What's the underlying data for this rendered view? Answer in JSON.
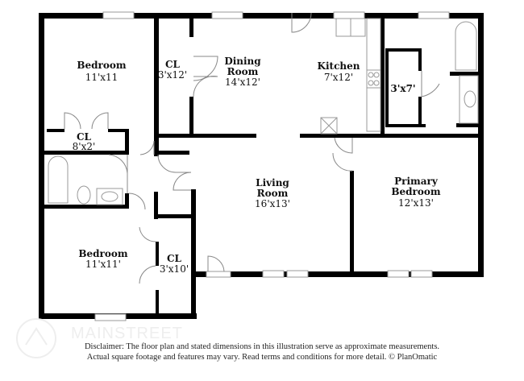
{
  "rooms": [
    {
      "name": "Bedroom",
      "size": "11'x11"
    },
    {
      "name": "CL",
      "size": "3'x12'"
    },
    {
      "name": "Dining Room",
      "name2": "Room",
      "name1": "Dining",
      "size": "14'x12'"
    },
    {
      "name": "Kitchen",
      "size": "7'x12'"
    },
    {
      "name": "",
      "size": "3'x7'"
    },
    {
      "name": "CL",
      "size": "8'x2'"
    },
    {
      "name1": "Living",
      "name2": "Room",
      "size": "16'x13'"
    },
    {
      "name1": "Primary",
      "name2": "Bedroom",
      "size": "12'x13'"
    },
    {
      "name": "Bedroom",
      "size": "11'x11'"
    },
    {
      "name": "CL",
      "size": "3'x10'"
    }
  ],
  "watermark": "MAINSTREET",
  "disclaimer": {
    "line1": "Disclaimer: The floor plan and stated dimensions in this illustration serve as approximate measurements.",
    "line2": "Actual square footage and features may vary. Read terms and conditions for more detail. © PlanOmatic"
  },
  "colors": {
    "wall": "#000000",
    "fixture": "#999999"
  }
}
